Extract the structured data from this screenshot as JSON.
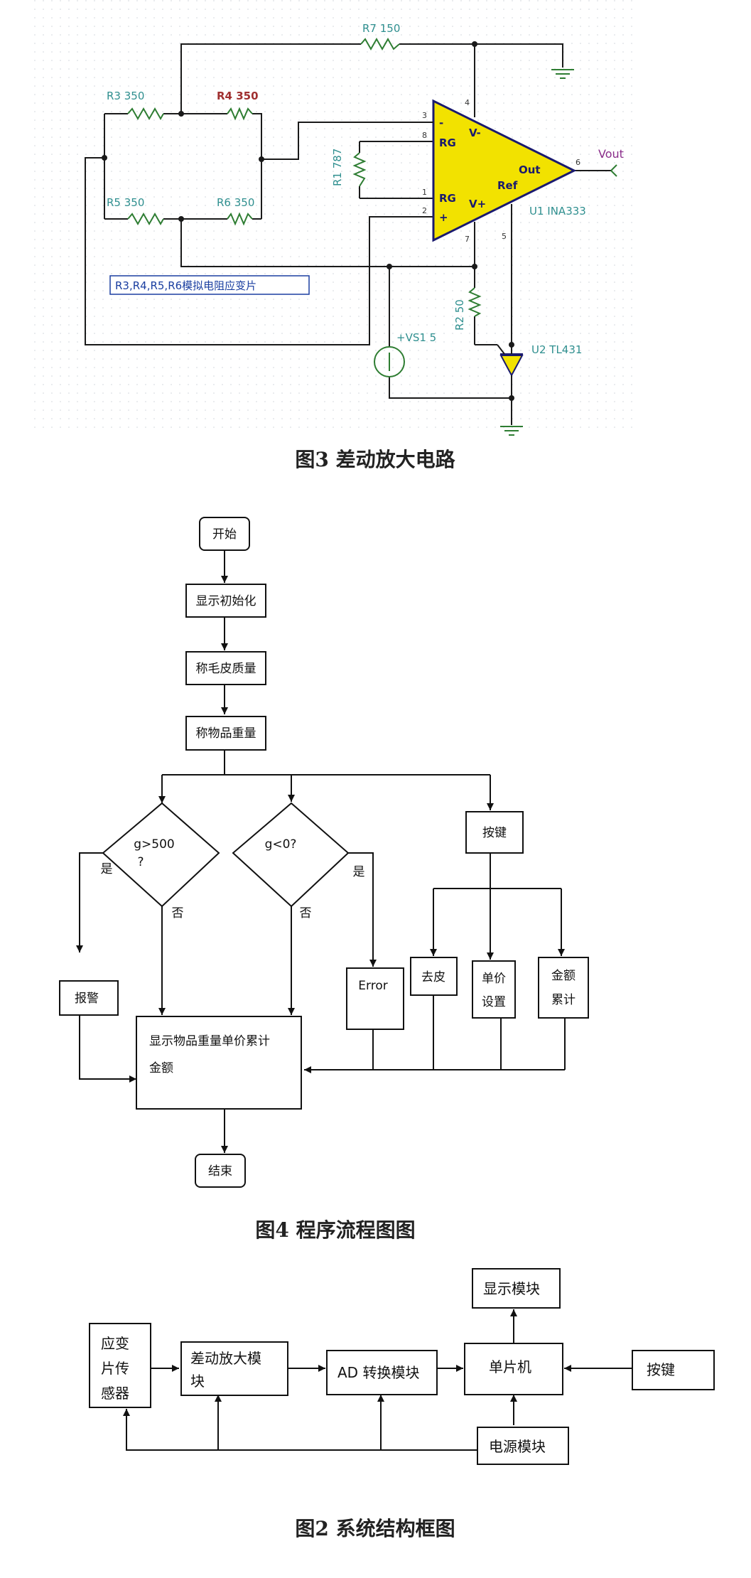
{
  "circuit": {
    "resistors": {
      "r7": "R7 150",
      "r3": "R3 350",
      "r4": "R4 350",
      "r5": "R5 350",
      "r6": "R6 350",
      "r1": "R1 787",
      "r2": "R2 50"
    },
    "amp": {
      "minus": "-",
      "plus": "+",
      "rg_top": "RG",
      "rg_bottom": "RG",
      "vminus": "V-",
      "vplus": "V+",
      "out": "Out",
      "ref": "Ref",
      "part": "U1 INA333",
      "pins": {
        "p3": "3",
        "p8": "8",
        "p1": "1",
        "p2": "2",
        "p4": "4",
        "p7": "7",
        "p5": "5",
        "p6": "6"
      }
    },
    "vout": "Vout",
    "note": "R3,R4,R5,R6模拟电阻应变片",
    "source": "+VS1 5",
    "regulator": "U2 TL431",
    "caption": "图3   差动放大电路",
    "colors": {
      "wire": "#1a1a1a",
      "amp_fill": "#f2e200",
      "amp_stroke": "#1a1a6e",
      "resistor": "#2e7d32",
      "note_border": "#1a3ea0"
    }
  },
  "flowchart": {
    "start": "开始",
    "init": "显示初始化",
    "tare_weigh": "称毛皮质量",
    "weigh": "称物品重量",
    "cond1_line1": "g>500",
    "cond1_line2": "?",
    "cond2": "g<0?",
    "yes1": "是",
    "no1": "否",
    "no2": "否",
    "yes2": "是",
    "keys": "按键",
    "alarm": "报警",
    "error": "Error",
    "tare": "去皮",
    "price_line1": "单价",
    "price_line2": "设置",
    "amount_line1": "金额",
    "amount_line2": "累计",
    "display_line1": "显示物品重量单价累计",
    "display_line2": "金额",
    "end": "结束",
    "caption": "图4  程序流程图图"
  },
  "block_diagram": {
    "sensor_line1": "应变",
    "sensor_line2": "片传",
    "sensor_line3": "感器",
    "amp_line1": "差动放大模",
    "amp_line2": "块",
    "adc": "AD 转换模块",
    "mcu": "单片机",
    "display": "显示模块",
    "keys": "按键",
    "power": "电源模块",
    "caption": "图2   系统结构框图"
  }
}
